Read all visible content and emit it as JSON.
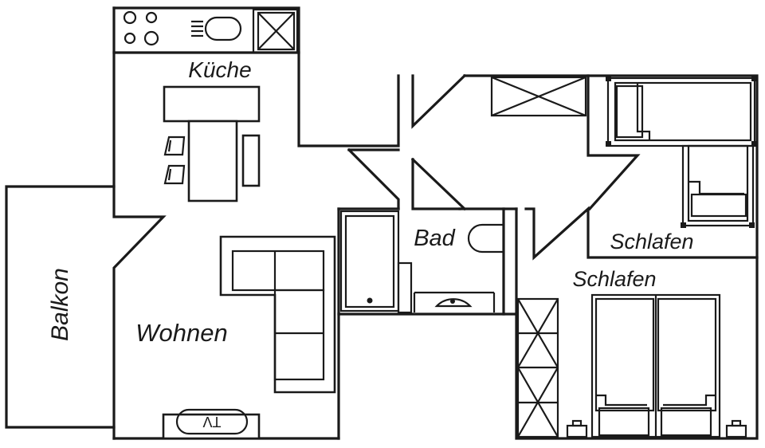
{
  "rooms": {
    "kitchen": "Küche",
    "balcony": "Balkon",
    "living": "Wohnen",
    "bath": "Bad",
    "bedroom_small": "Schlafen",
    "bedroom_large": "Schlafen"
  },
  "fixtures": {
    "tv_label": "TV"
  }
}
